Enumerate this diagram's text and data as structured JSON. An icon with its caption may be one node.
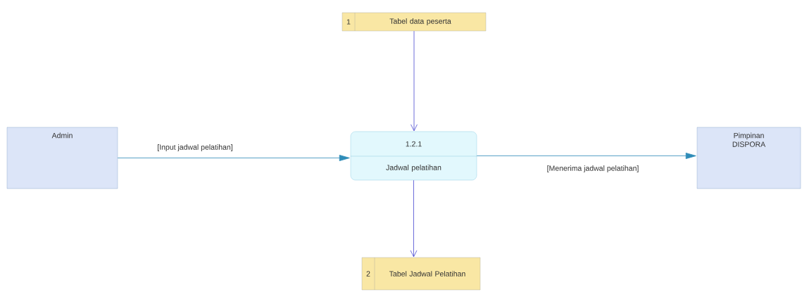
{
  "diagram": {
    "nodes": [
      {
        "text": [
          "1",
          "Tabel data peserta"
        ]
      },
      {
        "text": [
          "Admin"
        ]
      },
      {
        "text": [
          "1.2.1",
          "Jadwal pelatihan"
        ]
      },
      {
        "text": [
          "Pimpinan DISPORA"
        ]
      },
      {
        "text": [
          "2",
          "Tabel Jadwal Pelatihan"
        ]
      }
    ],
    "edges": [
      {
        "from": 0,
        "to": 2,
        "arrow": "to",
        "color": "#4848d0"
      },
      {
        "from": 1,
        "to": 2,
        "arrow": "to",
        "label": "[Input jadwal pelatihan]"
      },
      {
        "from": 2,
        "to": 3,
        "arrow": "to",
        "label": "[Menerima jadwal pelatihan]"
      },
      {
        "from": 2,
        "to": 4,
        "arrow": "to",
        "color": "#4848d0"
      }
    ]
  }
}
